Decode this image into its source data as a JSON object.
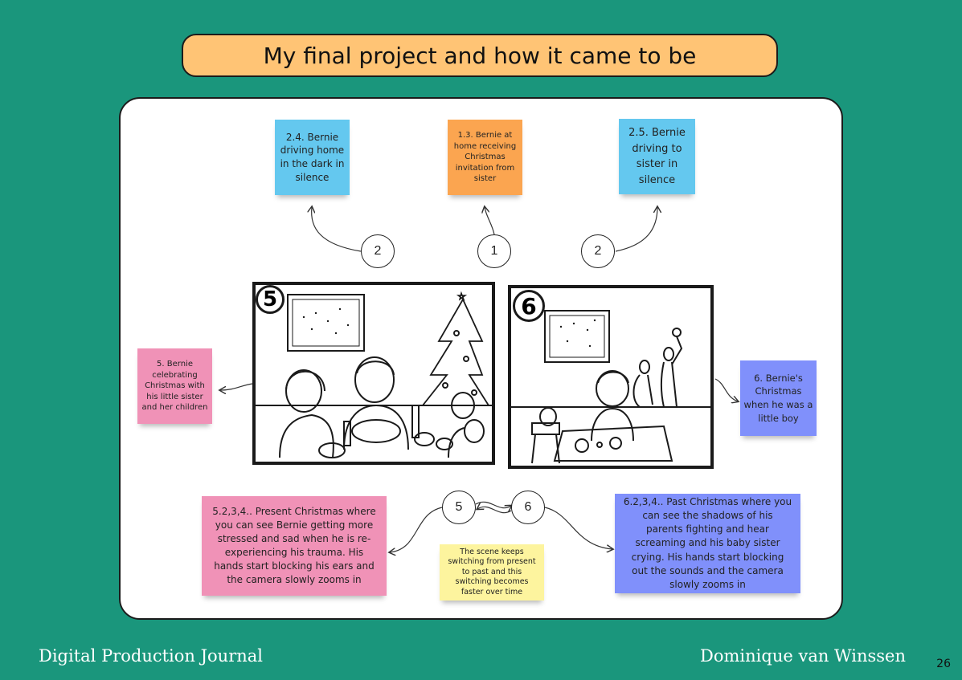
{
  "title": "My final project and how it came to be",
  "notes": {
    "n24": "2.4. Bernie driving home in the dark in silence",
    "n13": "1.3. Bernie at home receiving Christmas invitation from sister",
    "n25": "2.5. Bernie driving to sister in silence",
    "n5": "5. Bernie celebrating Christmas with his little sister and her children",
    "n6": "6. Bernie's Christmas when he was a little boy",
    "n52": "5.2,3,4.. Present Christmas where you can see Bernie getting more stressed and sad when he is re-experiencing his trauma. His hands start blocking his ears and the camera slowly zooms in",
    "n62": "6.2,3,4.. Past Christmas where you can see the shadows of his parents fighting and hear screaming and his baby sister crying. His hands start blocking out the sounds and the camera slowly zooms in",
    "switch": "The scene keeps switching from present to past and this switching becomes faster over time"
  },
  "circles": {
    "c2a": "2",
    "c1": "1",
    "c2b": "2",
    "c5": "5",
    "c6": "6"
  },
  "panels": {
    "p5": "5",
    "p6": "6"
  },
  "footer": {
    "left": "Digital Production Journal",
    "right": "Dominique van Winssen",
    "page": "26"
  },
  "colors": {
    "background": "#1a967c",
    "title_bg": "#ffc475",
    "blue_note": "#64c8ef",
    "orange_note": "#fba550",
    "pink_note": "#f092b7",
    "purple_note": "#8090fb",
    "yellow_note": "#fdf49e"
  }
}
